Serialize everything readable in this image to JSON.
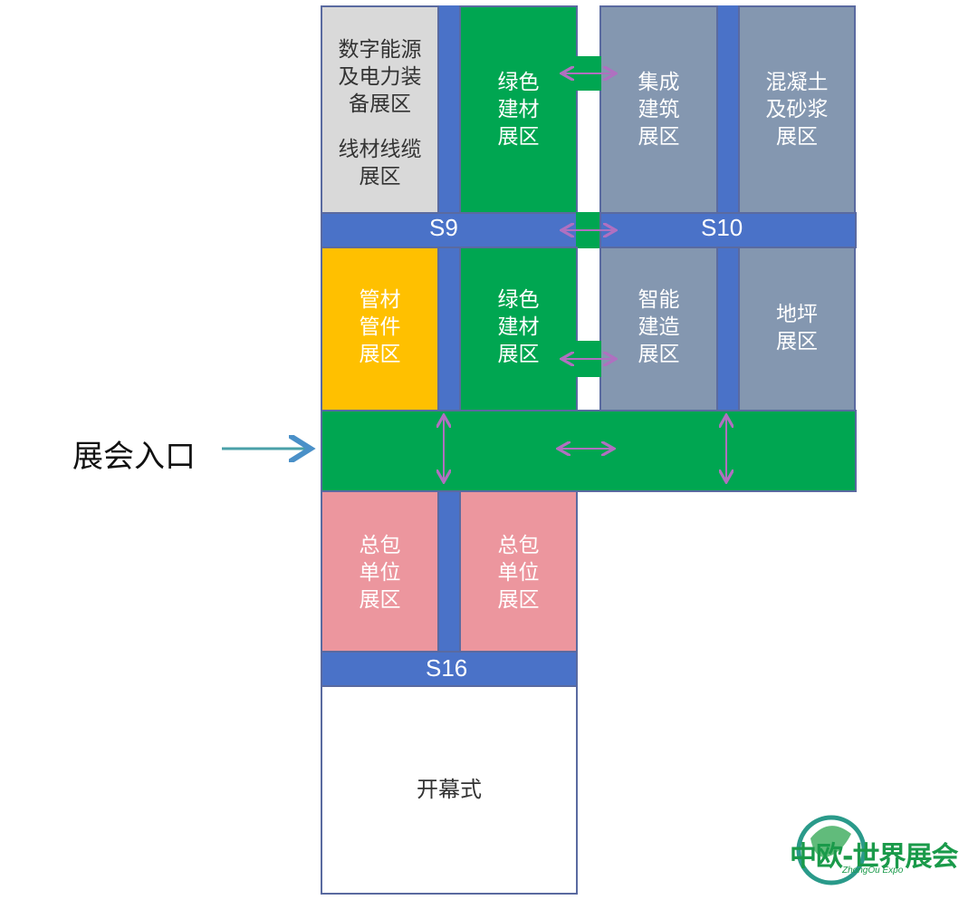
{
  "zones": {
    "digital_energy": [
      "数字能源",
      "及电力装",
      "备展区"
    ],
    "wire_cable": [
      "线材线缆",
      "展区"
    ],
    "green_top": [
      "绿色",
      "建材",
      "展区"
    ],
    "integrated": [
      "集成",
      "建筑",
      "展区"
    ],
    "concrete": [
      "混凝土",
      "及砂浆",
      "展区"
    ],
    "pipe": [
      "管材",
      "管件",
      "展区"
    ],
    "green_mid": [
      "绿色",
      "建材",
      "展区"
    ],
    "smart": [
      "智能",
      "建造",
      "展区"
    ],
    "floor": [
      "地坪",
      "展区"
    ],
    "general_left": [
      "总包",
      "单位",
      "展区"
    ],
    "general_right": [
      "总包",
      "单位",
      "展区"
    ],
    "opening": "开幕式"
  },
  "roads": {
    "s9": "S9",
    "s10": "S10",
    "s16": "S16"
  },
  "entrance": "展会入口",
  "logo": {
    "text": "中欧-世界展会",
    "sub": "ZhongOu Expo"
  },
  "colors": {
    "road": "#4a72c8",
    "green": "#00a651",
    "gray": "#8497b0",
    "light": "#d9d9d9",
    "yellow": "#ffc000",
    "pink": "#ec969e",
    "arrow": "#b070c0",
    "entrance_arrow": "#4aa0a8"
  }
}
